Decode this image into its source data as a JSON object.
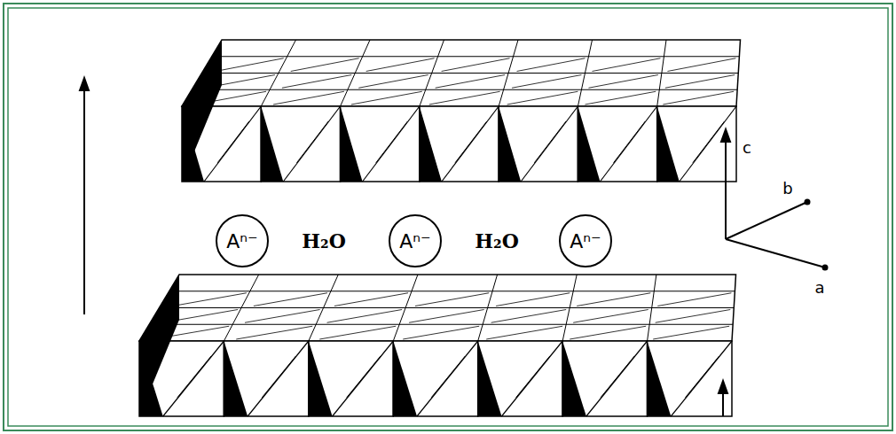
{
  "diagram": {
    "nodes": [
      {
        "text": [
          "Aⁿ⁻"
        ]
      },
      {
        "text": [
          "Aⁿ⁻"
        ]
      },
      {
        "text": [
          "Aⁿ⁻"
        ]
      }
    ],
    "labels": [
      "H₂O",
      "H₂O",
      "c",
      "b",
      "a"
    ]
  }
}
